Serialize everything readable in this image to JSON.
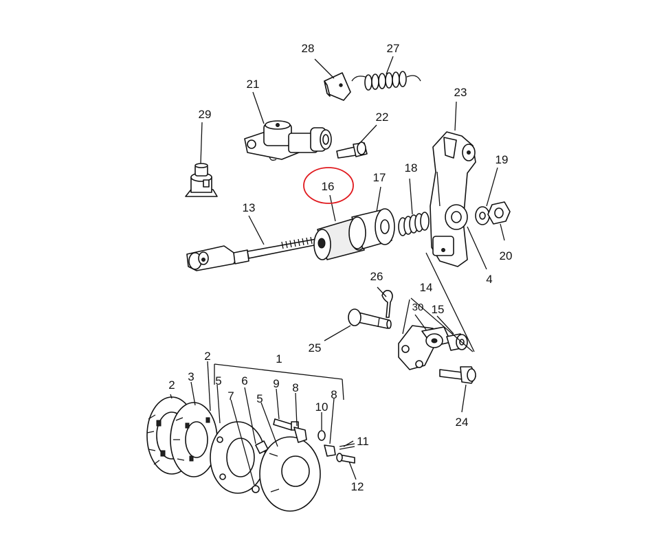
{
  "highlight": {
    "label": "16",
    "color": "#e0191e"
  },
  "colors": {
    "ink": "#111111",
    "paper": "#ffffff"
  },
  "labels": {
    "n1": "1",
    "n2a": "2",
    "n2b": "2",
    "n3": "3",
    "n4": "4",
    "n5a": "5",
    "n5b": "5",
    "n6": "6",
    "n7": "7",
    "n8a": "8",
    "n8b": "8",
    "n9": "9",
    "n10": "10",
    "n11": "11",
    "n12": "12",
    "n13": "13",
    "n14": "14",
    "n15": "15",
    "n16": "16",
    "n17": "17",
    "n18": "18",
    "n19": "19",
    "n20": "20",
    "n21": "21",
    "n22": "22",
    "n23": "23",
    "n24": "24",
    "n25": "25",
    "n26": "26",
    "n27": "27",
    "n28": "28",
    "n29": "29",
    "n30": "30"
  }
}
